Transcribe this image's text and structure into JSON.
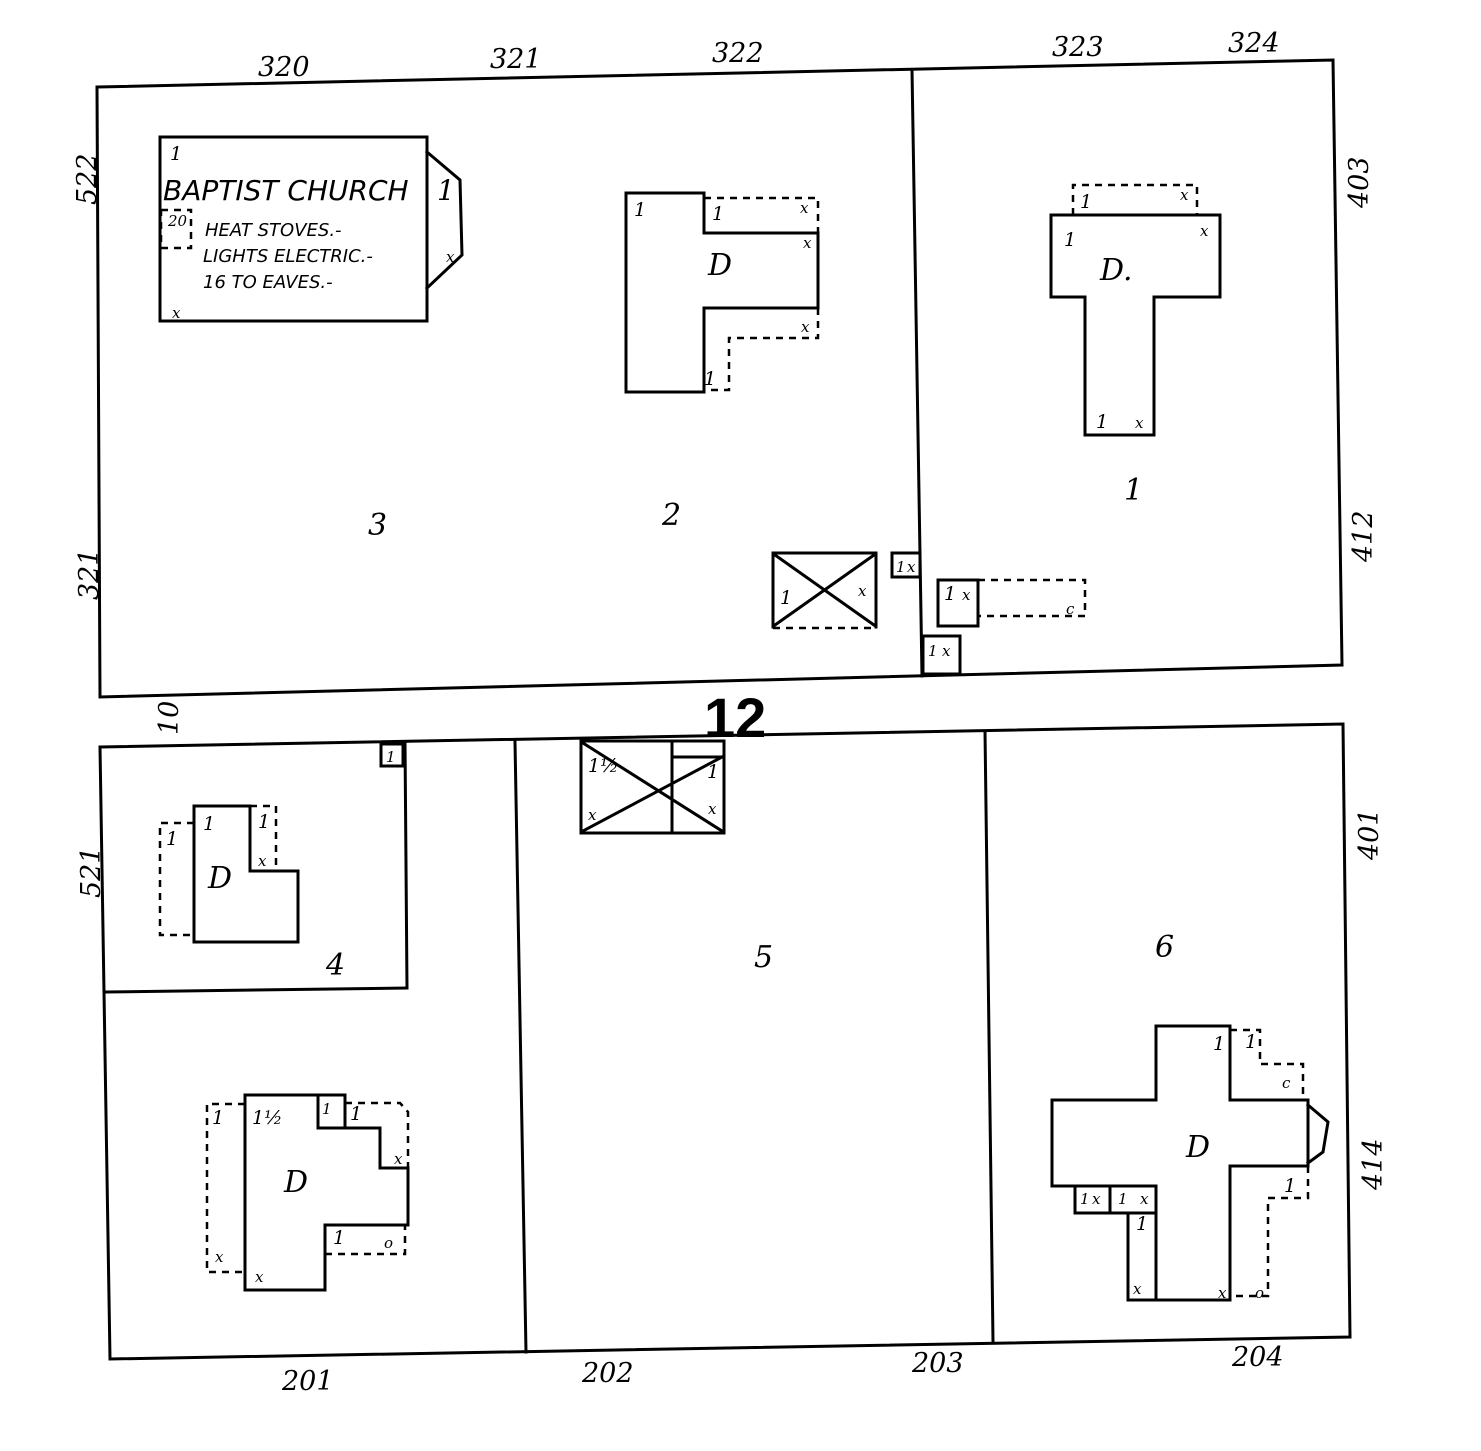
{
  "block_number": "12",
  "streets": {
    "top_addresses": [
      "320",
      "321",
      "322",
      "323",
      "324"
    ],
    "left_addresses": [
      "522",
      "321",
      "10",
      "521"
    ],
    "right_addresses": [
      "403",
      "412",
      "401",
      "414"
    ],
    "bottom_addresses": [
      "201",
      "202",
      "203",
      "204"
    ]
  },
  "lots": [
    "1",
    "2",
    "3",
    "4",
    "5",
    "6"
  ],
  "church": {
    "name": "BAPTIST CHURCH",
    "story": "1",
    "heat": "HEAT STOVES.-",
    "lights": "LIGHTS ELECTRIC.-",
    "eaves": "16 TO EAVES.-",
    "tag": "20"
  },
  "dwelling_label": "D",
  "dwelling_label_alt": "D.",
  "marks": {
    "one": "1",
    "half": "1½",
    "x": "x",
    "o": "o",
    "c": "c"
  }
}
